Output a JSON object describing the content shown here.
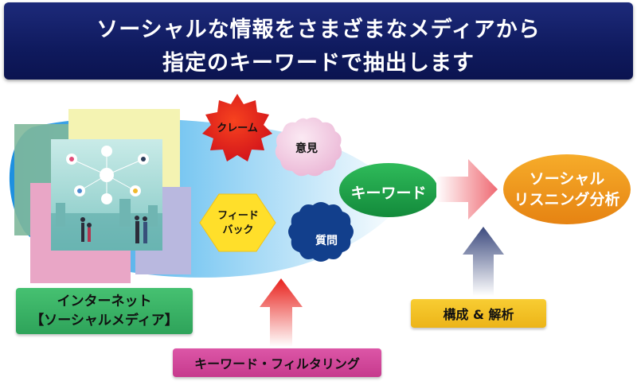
{
  "banner": {
    "line1": "ソーシャルな情報をさまざまなメディアから",
    "line2": "指定のキーワードで抽出します"
  },
  "internet": {
    "line1": "インターネット",
    "line2": "【ソーシャルメディア】"
  },
  "bubbles": {
    "claim": "クレーム",
    "opinion": "意見",
    "feedback_line1": "フィード",
    "feedback_line2": "バック",
    "question": "質問"
  },
  "keyword": "キーワード",
  "result": {
    "line1": "ソーシャル",
    "line2": "リスニング分析"
  },
  "filter": "キーワード・フィルタリング",
  "analysis": "構成 & 解析",
  "colors": {
    "banner": "#13206b",
    "claim": "#e8211c",
    "opinion": "#f3d0e4",
    "feedback": "#ffdf2a",
    "question": "#123f8c",
    "keyword": "#1fa24a",
    "result": "#f29a1f",
    "internet_box": "#3db368",
    "filter_box": "#d2429a",
    "analysis_box": "#f3c21f"
  }
}
